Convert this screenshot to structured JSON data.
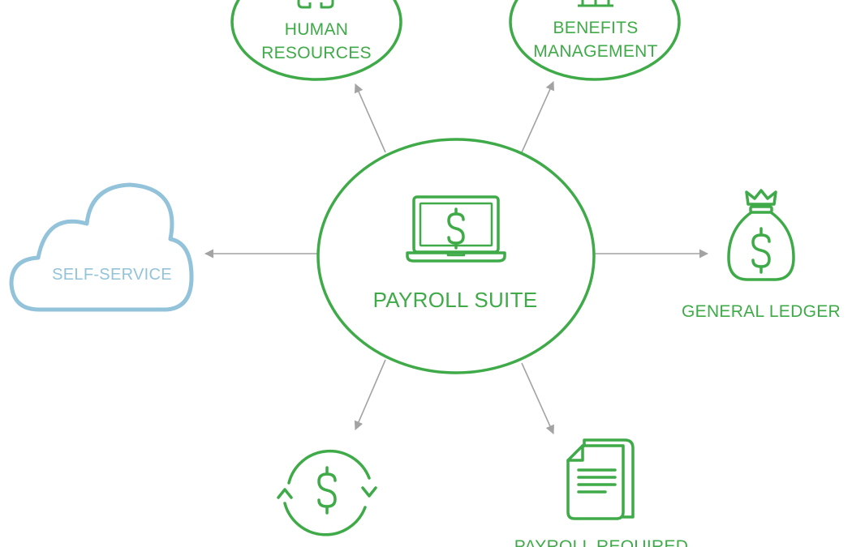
{
  "diagram": {
    "center": {
      "label": "PAYROLL SUITE",
      "icon": "laptop-dollar-icon"
    },
    "nodes": {
      "hr": {
        "line1": "HUMAN",
        "line2": "RESOURCES",
        "icon": "people-icon"
      },
      "benefits": {
        "line1": "BENEFITS",
        "line2": "MANAGEMENT",
        "icon": "building-icon"
      },
      "self_service": {
        "label": "SELF-SERVICE",
        "icon": "cloud-icon"
      },
      "general_ledger": {
        "label": "GENERAL LEDGER",
        "icon": "money-bag-icon"
      },
      "cycle": {
        "icon": "dollar-cycle-icon"
      },
      "reports": {
        "label": "PAYROLL REQUIRED",
        "icon": "document-icon"
      }
    }
  },
  "colors": {
    "green": "#3faa48",
    "blue": "#92c3da",
    "arrow": "#a3a3a3"
  }
}
